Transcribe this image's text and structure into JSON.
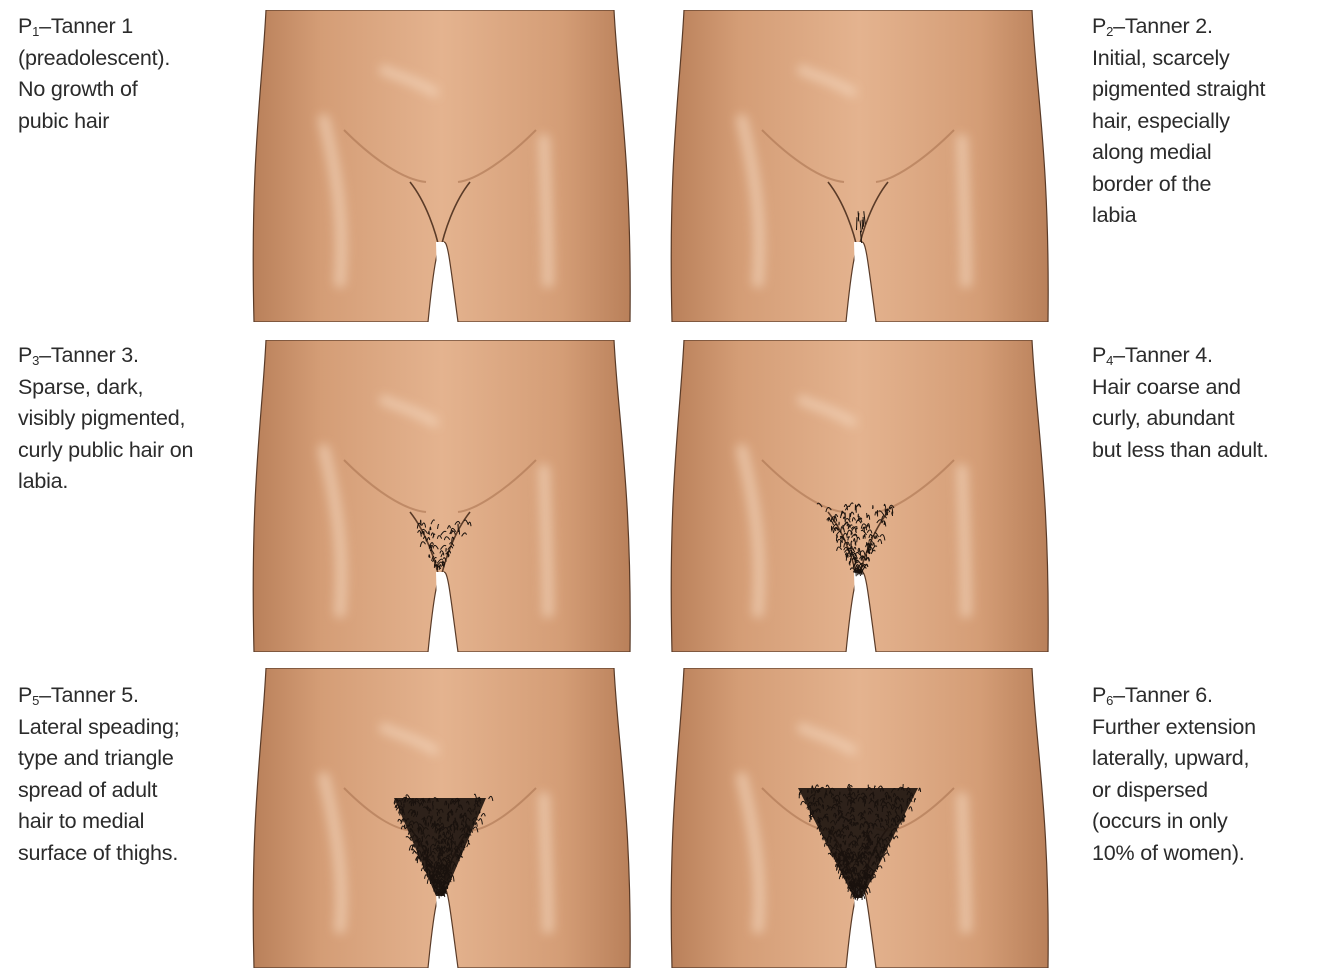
{
  "stages": [
    {
      "prefix": "P",
      "sub": "1",
      "head": "–Tanner 1",
      "lines": [
        "(preadolescent).",
        "No growth of",
        "pubic hair"
      ],
      "hair_level": 0
    },
    {
      "prefix": "P",
      "sub": "2",
      "head": "–Tanner 2.",
      "lines": [
        "Initial, scarcely",
        "pigmented straight",
        "hair, especially",
        "along medial",
        "border of the",
        "labia"
      ],
      "hair_level": 1
    },
    {
      "prefix": "P",
      "sub": "3",
      "head": "–Tanner 3.",
      "lines": [
        "Sparse, dark,",
        "visibly pigmented,",
        "curly public hair on",
        "labia."
      ],
      "hair_level": 2
    },
    {
      "prefix": "P",
      "sub": "4",
      "head": "–Tanner 4.",
      "lines": [
        "Hair coarse and",
        "curly, abundant",
        "but less than adult."
      ],
      "hair_level": 3
    },
    {
      "prefix": "P",
      "sub": "5",
      "head": "–Tanner 5.",
      "lines": [
        "Lateral speading;",
        "type and triangle",
        "spread of adult",
        "hair to medial",
        "surface of thighs."
      ],
      "hair_level": 4
    },
    {
      "prefix": "P",
      "sub": "6",
      "head": "–Tanner 6.",
      "lines": [
        "Further extension",
        "laterally, upward,",
        "or dispersed",
        "(occurs in only",
        "10% of women)."
      ],
      "hair_level": 5
    }
  ],
  "colors": {
    "skin_light": "#e4b38f",
    "skin_mid": "#d49d76",
    "skin_dark": "#b9805a",
    "outline": "#5a3b28",
    "hair": "#1a120d",
    "text": "#2b2b2b"
  }
}
